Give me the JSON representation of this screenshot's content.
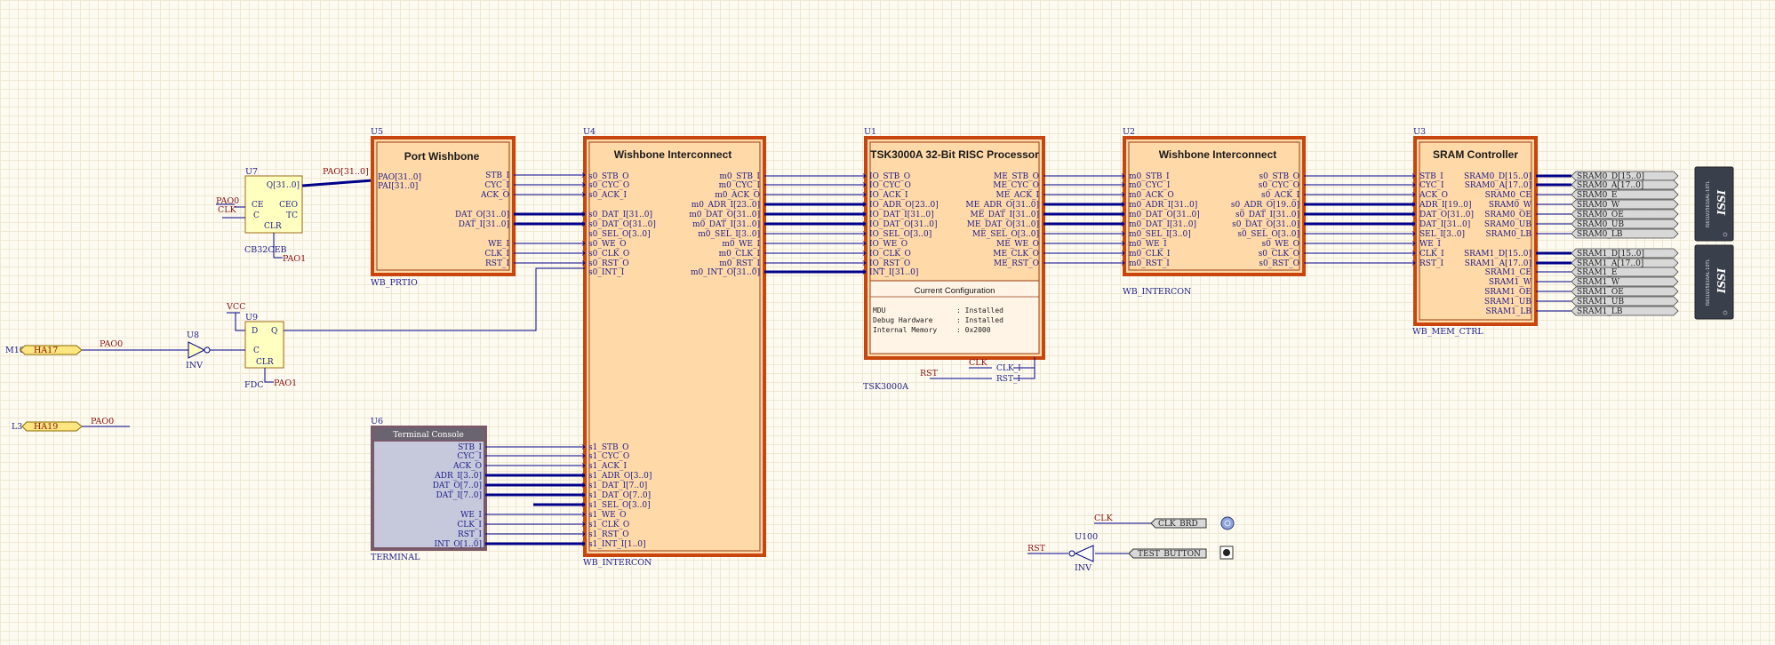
{
  "colors": {
    "wire": "#00008a",
    "block_fill": "#ffd9a8",
    "block_border": "#c8460e",
    "net_label": "#8a1010",
    "pin_text": "#1e1e8a",
    "console_fill": "#c6c8dc",
    "console_border": "#7a5a6a"
  },
  "port_wishbone": {
    "designator": "U5",
    "title": "Port Wishbone",
    "footer": "WB_PRTIO",
    "left_pins": [
      "PAO[31..0]",
      "PAI[31..0]"
    ],
    "right_pins": [
      "STB_I",
      "CYC_I",
      "ACK_O",
      "DAT_O[31..0]",
      "DAT_I[31..0]",
      "WE_I",
      "CLK_I",
      "RST_I"
    ]
  },
  "interconnect_left": {
    "designator": "U4",
    "title": "Wishbone Interconnect",
    "footer": "WB_INTERCON",
    "s0_pins": [
      "s0_STB_O",
      "s0_CYC_O",
      "s0_ACK_I",
      "s0_DAT_I[31..0]",
      "s0_DAT_O[31..0]",
      "s0_SEL_O[3..0]",
      "s0_WE_O",
      "s0_CLK_O",
      "s0_RST_O",
      "s0_INT_I"
    ],
    "m0_pins": [
      "m0_STB_I",
      "m0_CYC_I",
      "m0_ACK_O",
      "m0_ADR_I[23..0]",
      "m0_DAT_O[31..0]",
      "m0_DAT_I[31..0]",
      "m0_SEL_I[3..0]",
      "m0_WE_I",
      "m0_CLK_I",
      "m0_RST_I",
      "m0_INT_O[31..0]"
    ],
    "s1_pins": [
      "s1_STB_O",
      "s1_CYC_O",
      "s1_ACK_I",
      "s1_ADR_O[3..0]",
      "s1_DAT_I[7..0]",
      "s1_DAT_O[7..0]",
      "s1_SEL_O[3..0]",
      "s1_WE_O",
      "s1_CLK_O",
      "s1_RST_O",
      "s1_INT_I[1..0]"
    ]
  },
  "processor": {
    "designator": "U1",
    "title": "TSK3000A 32-Bit RISC Processor",
    "footer": "TSK3000A",
    "io_pins": [
      "IO_STB_O",
      "IO_CYC_O",
      "IO_ACK_I",
      "IO_ADR_O[23..0]",
      "IO_DAT_I[31..0]",
      "IO_DAT_O[31..0]",
      "IO_SEL_O[3..0]",
      "IO_WE_O",
      "IO_CLK_O",
      "IO_RST_O",
      "INT_I[31..0]"
    ],
    "me_pins": [
      "ME_STB_O",
      "ME_CYC_O",
      "ME_ACK_I",
      "ME_ADR_O[31..0]",
      "ME_DAT_I[31..0]",
      "ME_DAT_O[31..0]",
      "ME_SEL_O[3..0]",
      "ME_WE_O",
      "ME_CLK_O",
      "ME_RST_O"
    ],
    "config_title": "Current Configuration",
    "config": [
      {
        "k": "MDU",
        "v": ": Installed"
      },
      {
        "k": "Debug Hardware",
        "v": ": Installed"
      },
      {
        "k": "Internal Memory",
        "v": ": 0x2000"
      }
    ],
    "clk_pins": [
      "CLK_I",
      "RST_I"
    ],
    "clk_nets": [
      "CLK",
      "RST"
    ]
  },
  "interconnect_right": {
    "designator": "U2",
    "title": "Wishbone Interconnect",
    "footer": "WB_INTERCON",
    "m0_pins": [
      "m0_STB_I",
      "m0_CYC_I",
      "m0_ACK_O",
      "m0_ADR_I[31..0]",
      "m0_DAT_O[31..0]",
      "m0_DAT_I[31..0]",
      "m0_SEL_I[3..0]",
      "m0_WE_I",
      "m0_CLK_I",
      "m0_RST_I"
    ],
    "s0_pins": [
      "s0_STB_O",
      "s0_CYC_O",
      "s0_ACK_I",
      "s0_ADR_O[19..0]",
      "s0_DAT_I[31..0]",
      "s0_DAT_O[31..0]",
      "s0_SEL_O[3..0]",
      "s0_WE_O",
      "s0_CLK_O",
      "s0_RST_O"
    ]
  },
  "sram": {
    "designator": "U3",
    "title": "SRAM Controller",
    "footer": "WB_MEM_CTRL",
    "left_pins": [
      "STB_I",
      "CYC_I",
      "ACK_O",
      "ADR_I[19..0]",
      "DAT_O[31..0]",
      "DAT_I[31..0]",
      "SEL_I[3..0]",
      "WE_I",
      "CLK_I",
      "RST_I"
    ],
    "right_pins": [
      "SRAM0_D[15..0]",
      "SRAM0_A[17..0]",
      "SRAM0_CE",
      "SRAM0_W",
      "SRAM0_OE",
      "SRAM0_UB",
      "SRAM0_LB",
      "SRAM1_D[15..0]",
      "SRAM1_A[17..0]",
      "SRAM1_CE",
      "SRAM1_W",
      "SRAM1_OE",
      "SRAM1_UB",
      "SRAM1_LB"
    ],
    "ports": [
      "SRAM0_D[15..0]",
      "SRAM0_A[17..0]",
      "SRAM0_E",
      "SRAM0_W",
      "SRAM0_OE",
      "SRAM0_UB",
      "SRAM0_LB",
      "SRAM1_D[15..0]",
      "SRAM1_A[17..0]",
      "SRAM1_E",
      "SRAM1_W",
      "SRAM1_OE",
      "SRAM1_UB",
      "SRAM1_LB"
    ]
  },
  "isssi_chips": [
    {
      "logo": "ISSI",
      "part": "IS61LV25616AL-10TL"
    },
    {
      "logo": "ISSI",
      "part": "IS61LV25616AL-10TL"
    }
  ],
  "counter": {
    "designator": "U7",
    "footer": "CB32CEB",
    "pins_left": [
      "CE",
      "C"
    ],
    "pins_right": [
      "Q[31..0]",
      "CEO",
      "TC"
    ],
    "pin_bottom": "CLR",
    "nets": [
      "PAO[31..0]",
      "PAO0",
      "CLK",
      "PAO1"
    ]
  },
  "flipflop": {
    "designator": "U9",
    "footer": "FDC",
    "pins": [
      "D",
      "Q",
      "C",
      "CLR"
    ],
    "nets": [
      "VCC",
      "PAO1"
    ]
  },
  "inverter_left": {
    "designator": "U8",
    "footer": "INV"
  },
  "inverter_right": {
    "designator": "U100",
    "footer": "INV"
  },
  "input_ports": [
    {
      "pin": "M10",
      "name": "HA17",
      "net": "PAO0"
    },
    {
      "pin": "L3",
      "name": "HA19",
      "net": "PAO0"
    }
  ],
  "terminal": {
    "designator": "U6",
    "title": "Terminal Console",
    "footer": "TERMINAL",
    "pins": [
      "STB_I",
      "CYC_I",
      "ACK_O",
      "ADR_I[3..0]",
      "DAT_O[7..0]",
      "DAT_I[7..0]",
      "WE_I",
      "CLK_I",
      "RST_I",
      "INT_O[1..0]"
    ]
  },
  "clock_ports": [
    {
      "net": "CLK",
      "port": "CLK_BRD"
    },
    {
      "net": "RST",
      "port": "TEST_BUTTON"
    }
  ]
}
